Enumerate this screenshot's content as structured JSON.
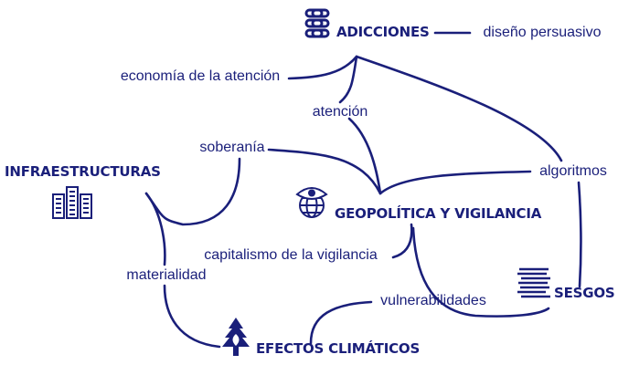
{
  "colors": {
    "ink": "#1a1f7a",
    "background": "#ffffff"
  },
  "hubs": {
    "adicciones": {
      "label": "ADICCIONES",
      "icon": "chain-links-icon"
    },
    "infraestructuras": {
      "label": "INFRAESTRUCTURAS",
      "icon": "server-rack-icon"
    },
    "geopolitica": {
      "label": "GEOPOLÍTICA Y VIGILANCIA",
      "icon": "eye-globe-icon"
    },
    "sesgos": {
      "label": "SESGOS",
      "icon": "striped-lines-icon"
    },
    "efectos": {
      "label": "EFECTOS CLIMÁTICOS",
      "icon": "tree-icon"
    }
  },
  "terms": {
    "diseno_persuasivo": "diseño persuasivo",
    "economia_atencion": "economía de la atención",
    "atencion": "atención",
    "soberania": "soberanía",
    "algoritmos": "algoritmos",
    "capitalismo_vigilancia": "capitalismo de la vigilancia",
    "materialidad": "materialidad",
    "vulnerabilidades": "vulnerabilidades"
  }
}
